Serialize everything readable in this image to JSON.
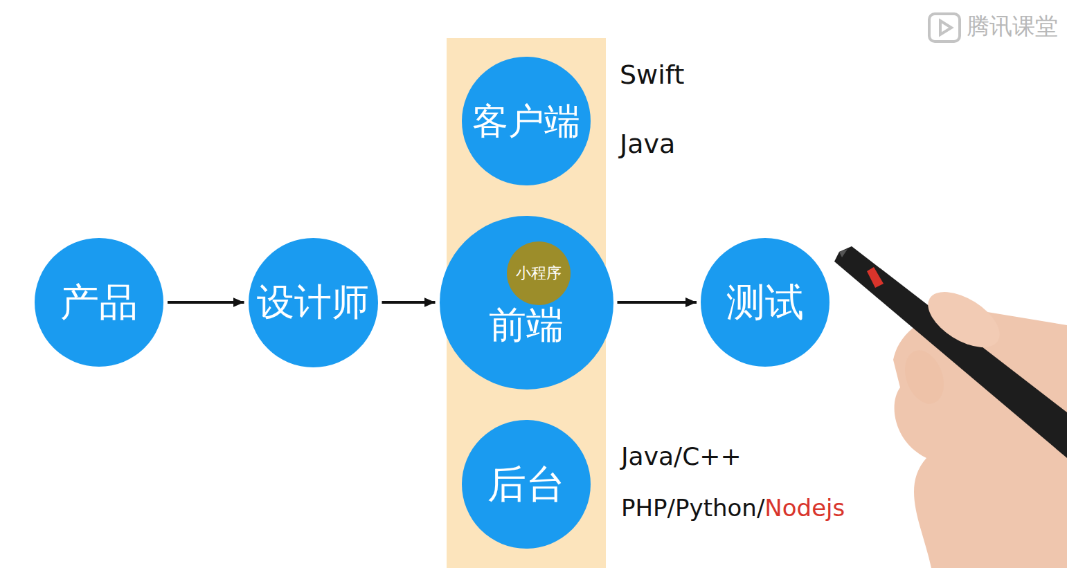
{
  "diagram": {
    "nodes": [
      {
        "text": [
          "产品"
        ]
      },
      {
        "text": [
          "设计师"
        ]
      },
      {
        "text": [
          "客户端"
        ]
      },
      {
        "text": [
          "前端"
        ]
      },
      {
        "text": [
          "小程序"
        ],
        "in": 3
      },
      {
        "text": [
          "后台"
        ]
      },
      {
        "text": [
          "测试"
        ]
      }
    ],
    "edges": [
      {
        "from": 0,
        "to": 1,
        "arrow": "to"
      },
      {
        "from": 1,
        "to": 3,
        "arrow": "to"
      },
      {
        "from": 3,
        "to": 6,
        "arrow": "to"
      }
    ],
    "labels": [
      "Swift",
      "Java",
      "Java/C++",
      "PHP/Python/",
      "Nodejs",
      "腾讯课堂"
    ]
  }
}
